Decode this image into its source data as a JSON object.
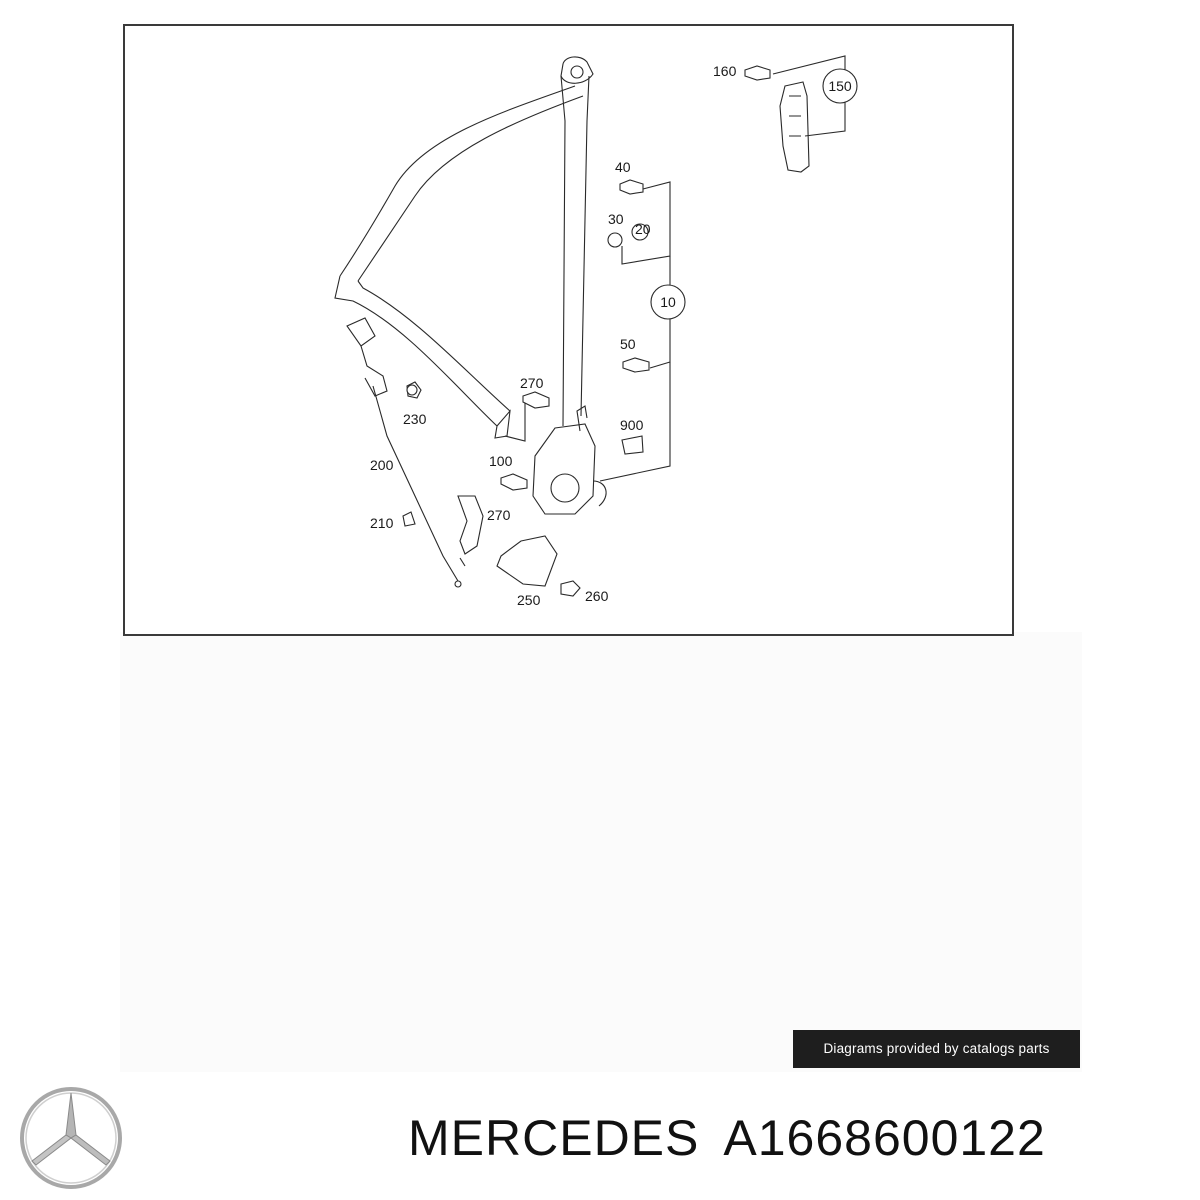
{
  "diagram": {
    "callouts": {
      "c10": "10",
      "c20": "20",
      "c30": "30",
      "c40": "40",
      "c50": "50",
      "c100": "100",
      "c150": "150",
      "c160": "160",
      "c200": "200",
      "c210": "210",
      "c230": "230",
      "c250": "250",
      "c260": "260",
      "c270a": "270",
      "c270b": "270",
      "c900": "900"
    }
  },
  "credit": {
    "text": "Diagrams provided by catalogs parts"
  },
  "brand": {
    "logo_icon": "mercedes-star-icon",
    "name": "MERCEDES",
    "part_number": "A1668600122"
  },
  "colors": {
    "frame": "#3a3a3a",
    "credit_bg": "#1e1e1e",
    "logo": "#a8a8a8",
    "title": "#111111"
  }
}
